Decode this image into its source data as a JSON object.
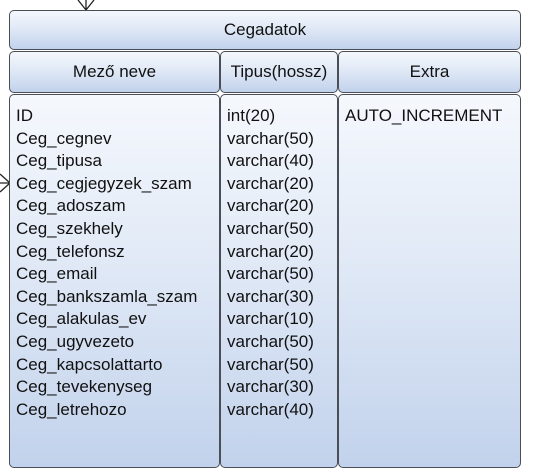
{
  "table": {
    "title": "Cegadatok",
    "headers": [
      "Mező neve",
      "Tipus(hossz)",
      "Extra"
    ],
    "fields": [
      "ID",
      "Ceg_cegnev",
      "Ceg_tipusa",
      "Ceg_cegjegyzek_szam",
      "Ceg_adoszam",
      "Ceg_szekhely",
      "Ceg_telefonsz",
      "Ceg_email",
      "Ceg_bankszamla_szam",
      "Ceg_alakulas_ev",
      "Ceg_ugyvezeto",
      "Ceg_kapcsolattarto",
      "Ceg_tevekenyseg",
      "Ceg_letrehozo"
    ],
    "types": [
      "int(20)",
      "varchar(50)",
      "varchar(40)",
      "varchar(20)",
      "varchar(20)",
      "varchar(50)",
      "varchar(20)",
      "varchar(50)",
      "varchar(30)",
      "varchar(10)",
      "varchar(50)",
      "varchar(50)",
      "varchar(30)",
      "varchar(40)"
    ],
    "extra": [
      "AUTO_INCREMENT"
    ]
  },
  "colors": {
    "border": "#4a4e56",
    "fill_top": "#f5f8fd",
    "fill_bottom": "#c2d2ec"
  },
  "connectors": [
    "crowfoot-top",
    "crowfoot-left"
  ]
}
